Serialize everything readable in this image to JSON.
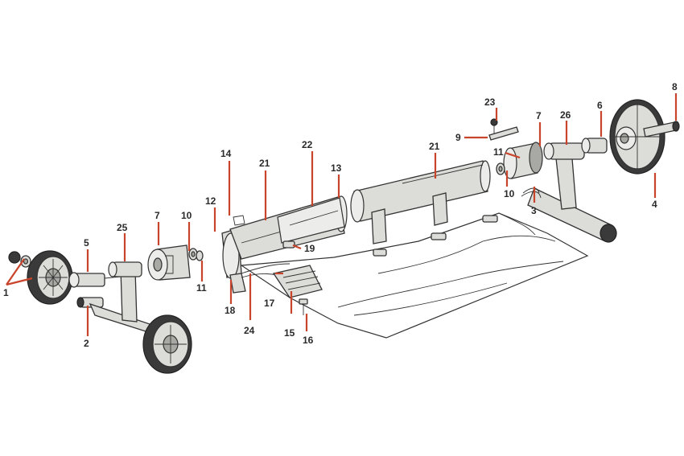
{
  "callouts": [
    {
      "id": "c1",
      "label": "1"
    },
    {
      "id": "c2",
      "label": "2"
    },
    {
      "id": "c3",
      "label": "3"
    },
    {
      "id": "c4",
      "label": "4"
    },
    {
      "id": "c5",
      "label": "5"
    },
    {
      "id": "c6",
      "label": "6"
    },
    {
      "id": "c7a",
      "label": "7"
    },
    {
      "id": "c7b",
      "label": "7"
    },
    {
      "id": "c8",
      "label": "8"
    },
    {
      "id": "c9",
      "label": "9"
    },
    {
      "id": "c10a",
      "label": "10"
    },
    {
      "id": "c10b",
      "label": "10"
    },
    {
      "id": "c11a",
      "label": "11"
    },
    {
      "id": "c11b",
      "label": "11"
    },
    {
      "id": "c12",
      "label": "12"
    },
    {
      "id": "c13",
      "label": "13"
    },
    {
      "id": "c14",
      "label": "14"
    },
    {
      "id": "c15",
      "label": "15"
    },
    {
      "id": "c16",
      "label": "16"
    },
    {
      "id": "c17",
      "label": "17"
    },
    {
      "id": "c18",
      "label": "18"
    },
    {
      "id": "c19",
      "label": "19"
    },
    {
      "id": "c21a",
      "label": "21"
    },
    {
      "id": "c21b",
      "label": "21"
    },
    {
      "id": "c22",
      "label": "22"
    },
    {
      "id": "c23",
      "label": "23"
    },
    {
      "id": "c24",
      "label": "24"
    },
    {
      "id": "c25",
      "label": "25"
    },
    {
      "id": "c26",
      "label": "26"
    }
  ],
  "colors": {
    "callout_line": "#c8442a",
    "part_fill": "#dcdcd8",
    "outline": "#333333"
  }
}
